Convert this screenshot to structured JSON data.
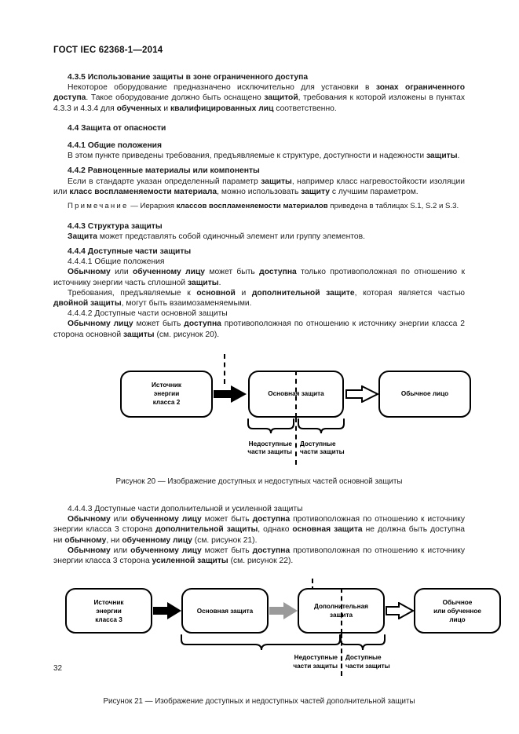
{
  "document": {
    "header": "ГОСТ IEC 62368-1—2014",
    "page_number": "32"
  },
  "sections": {
    "s435_heading": "4.3.5 Использование защиты в зоне ограниченного доступа",
    "s435_p1_a": "Некоторое оборудование предназначено исключительно для установки в ",
    "s435_p1_b": "зонах ограниченного доступа",
    "s435_p1_c": ". Такое оборудование должно быть оснащено ",
    "s435_p1_d": "защитой",
    "s435_p1_e": ", требования к которой изложены в пунктах 4.3.3 и 4.3.4 для ",
    "s435_p1_f": "обученных",
    "s435_p1_g": " и ",
    "s435_p1_h": "квалифицированных лиц",
    "s435_p1_i": " соответственно.",
    "s44_heading": "4.4 Защита от опасности",
    "s441_heading": "4.4.1 Общие положения",
    "s441_p1_a": "В этом пункте приведены требования, предъявляемые к структуре, доступности и надежности ",
    "s441_p1_b": "защиты",
    "s441_p1_c": ".",
    "s442_heading": "4.4.2 Равноценные материалы или компоненты",
    "s442_p1_a": "Если в стандарте указан определенный параметр ",
    "s442_p1_b": "защиты",
    "s442_p1_c": ", например класс нагревостойкости изоляции или ",
    "s442_p1_d": "класс воспламеняемости материала",
    "s442_p1_e": ", можно использовать ",
    "s442_p1_f": "защиту",
    "s442_p1_g": " с лучшим параметром.",
    "note_label": "Примечание",
    "note_dash": " — Иерархия ",
    "note_bold": "классов воспламеняемости материалов",
    "note_tail": " приведена в таблицах S.1, S.2 и S.3.",
    "s443_heading": "4.4.3 Структура защиты",
    "s443_p1_a": "Защита",
    "s443_p1_b": " может представлять собой одиночный элемент или группу элементов.",
    "s444_heading": "4.4.4 Доступные части защиты",
    "s4441_heading": "4.4.4.1 Общие положения",
    "s4441_p1_a": "Обычному",
    "s4441_p1_b": " или ",
    "s4441_p1_c": "обученному лицу",
    "s4441_p1_d": " может быть ",
    "s4441_p1_e": "доступна",
    "s4441_p1_f": " только противоположная по отношению к источнику энергии часть сплошной ",
    "s4441_p1_g": "защиты",
    "s4441_p1_h": ".",
    "s4441_p2_a": "Требования, предъявляемые к ",
    "s4441_p2_b": "основной",
    "s4441_p2_c": " и ",
    "s4441_p2_d": "дополнительной защите",
    "s4441_p2_e": ", которая является частью ",
    "s4441_p2_f": "двойной защиты",
    "s4441_p2_g": ", могут быть взаимозаменяемыми.",
    "s4442_heading": "4.4.4.2 Доступные части основной защиты",
    "s4442_p1_a": "Обычному лицу",
    "s4442_p1_b": " может быть ",
    "s4442_p1_c": "доступна",
    "s4442_p1_d": " противоположная по отношению к источнику энергии класса 2 сторона основной ",
    "s4442_p1_e": "защиты",
    "s4442_p1_f": " (см. рисунок 20).",
    "s4443_heading": "4.4.4.3 Доступные части дополнительной и усиленной защиты",
    "s4443_p1_a": "Обычному",
    "s4443_p1_b": " или ",
    "s4443_p1_c": "обученному лицу",
    "s4443_p1_d": " может быть ",
    "s4443_p1_e": "доступна",
    "s4443_p1_f": " противоположная по отношению к источнику энергии класса 3 сторона ",
    "s4443_p1_g": "дополнительной защиты",
    "s4443_p1_h": ", однако ",
    "s4443_p1_i": "основная защита",
    "s4443_p1_j": " не должна быть доступна ни ",
    "s4443_p1_k": "обычному",
    "s4443_p1_l": ", ни ",
    "s4443_p1_m": "обученному лицу",
    "s4443_p1_n": " (см. рисунок 21).",
    "s4443_p2_a": "Обычному",
    "s4443_p2_b": " или ",
    "s4443_p2_c": "обученному лицу",
    "s4443_p2_d": " может быть ",
    "s4443_p2_e": "доступна",
    "s4443_p2_f": " противоположная по отношению к источнику энергии класса 3 сторона ",
    "s4443_p2_g": "усиленной защиты",
    "s4443_p2_h": " (см. рисунок 22)."
  },
  "figure20": {
    "caption": "Рисунок 20 — Изображение доступных и недоступных частей основной защиты",
    "boxes": [
      {
        "id": "source",
        "lines": [
          "Источник",
          "энергии",
          "класса 2"
        ]
      },
      {
        "id": "basic-protection",
        "lines": [
          "Основная защита"
        ]
      },
      {
        "id": "ordinary-person",
        "lines": [
          "Обычное лицо"
        ]
      }
    ],
    "arrows": [
      {
        "id": "arrow-source-to-basic",
        "style": "filled-black"
      },
      {
        "id": "arrow-basic-to-person",
        "style": "outline-white"
      }
    ],
    "labels": {
      "inaccessible": [
        "Недоступные",
        "части защиты"
      ],
      "accessible": [
        "Доступные",
        "части защиты"
      ]
    }
  },
  "figure21": {
    "caption": "Рисунок 21 — Изображение доступных и недоступных частей дополнительной защиты",
    "boxes": [
      {
        "id": "source",
        "lines": [
          "Источник",
          "энергии",
          "класса 3"
        ]
      },
      {
        "id": "basic-protection",
        "lines": [
          "Основная защита"
        ]
      },
      {
        "id": "supplementary-protection",
        "lines": [
          "Дополнительная",
          "защита"
        ]
      },
      {
        "id": "ordinary-or-instructed-person",
        "lines": [
          "Обычное",
          "или обученное",
          "лицо"
        ]
      }
    ],
    "arrows": [
      {
        "id": "arrow-source-to-basic",
        "style": "filled-black"
      },
      {
        "id": "arrow-basic-to-supplementary",
        "style": "filled-gray"
      },
      {
        "id": "arrow-supplementary-to-person",
        "style": "outline-white"
      }
    ],
    "labels": {
      "inaccessible": [
        "Недоступные",
        "части защиты"
      ],
      "accessible": [
        "Доступные",
        "части защиты"
      ]
    }
  },
  "colors": {
    "ink": "#1a1a1a",
    "diagram_stroke": "#000000",
    "arrow_black": "#000000",
    "arrow_gray": "#9a9a9a",
    "page_background": "#ffffff"
  }
}
